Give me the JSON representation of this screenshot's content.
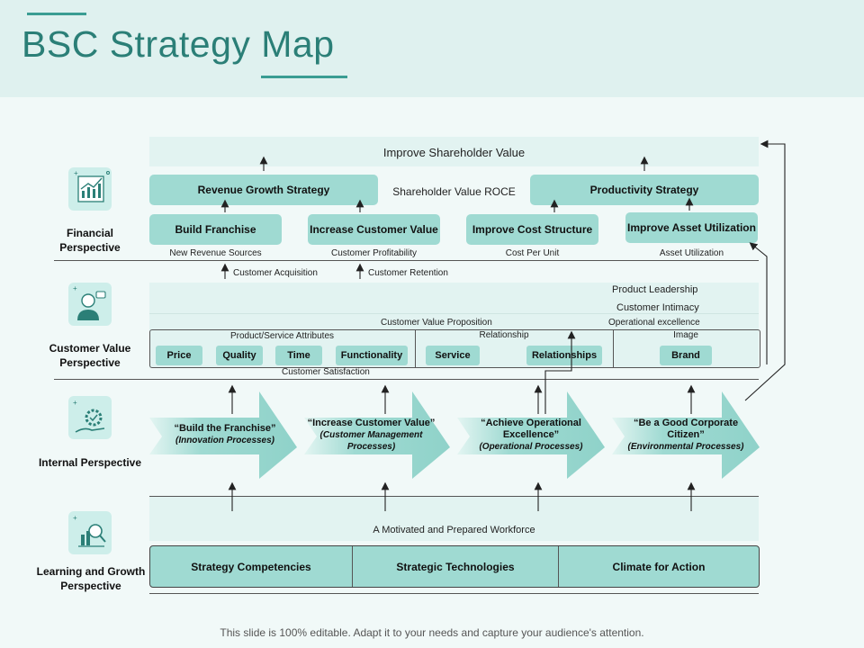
{
  "title": "BSC Strategy Map",
  "footer": "This slide is 100% editable. Adapt it to your needs and capture your audience's attention.",
  "perspectives": {
    "financial": "Financial Perspective",
    "customer": "Customer Value Perspective",
    "internal": "Internal Perspective",
    "learning": "Learning and Growth Perspective"
  },
  "financial": {
    "top": "Improve Shareholder Value",
    "revenue_strategy": "Revenue Growth Strategy",
    "productivity_strategy": "Productivity Strategy",
    "roce": "Shareholder Value ROCE",
    "items": [
      {
        "label": "Build Franchise",
        "metric": "New Revenue Sources"
      },
      {
        "label": "Increase Customer Value",
        "metric": "Customer Profitability"
      },
      {
        "label": "Improve Cost Structure",
        "metric": "Cost Per Unit"
      },
      {
        "label": "Improve Asset Utilization",
        "metric": "Asset Utilization"
      }
    ]
  },
  "customer": {
    "acquisition": "Customer Acquisition",
    "retention": "Customer Retention",
    "product_leadership": "Product Leadership",
    "customer_intimacy": "Customer Intimacy",
    "value_proposition": "Customer Value Proposition",
    "operational_excellence": "Operational excellence",
    "attributes_label": "Product/Service Attributes",
    "relationship_label": "Relationship",
    "image_label": "Image",
    "satisfaction": "Customer Satisfaction",
    "attributes": [
      "Price",
      "Quality",
      "Time",
      "Functionality"
    ],
    "relationship": [
      "Service",
      "Relationships"
    ],
    "image": [
      "Brand"
    ]
  },
  "internal": {
    "arrows": [
      {
        "title": "“Build the Franchise”",
        "sub": "(Innovation Processes)"
      },
      {
        "title": "“Increase Customer Value”",
        "sub": "(Customer Management Processes)"
      },
      {
        "title": "“Achieve Operational Excellence”",
        "sub": "(Operational Processes)"
      },
      {
        "title": "“Be a Good Corporate Citizen”",
        "sub": "(Environmental Processes)"
      }
    ]
  },
  "learning": {
    "workforce": "A Motivated and Prepared Workforce",
    "items": [
      "Strategy Competencies",
      "Strategic Technologies",
      "Climate for Action"
    ]
  },
  "icons": [
    "chart-icon",
    "person-icon",
    "gear-hand-icon",
    "growth-icon"
  ],
  "colors": {
    "accent": "#2b7f77",
    "pill": "#9fdad2",
    "band": "#e2f3f1"
  }
}
